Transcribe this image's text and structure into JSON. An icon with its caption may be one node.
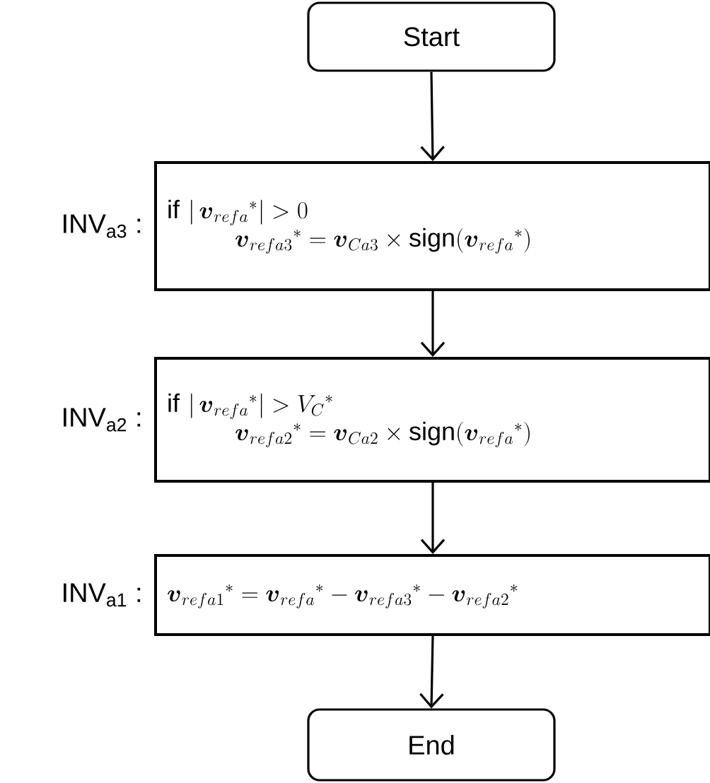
{
  "diagram": {
    "nodes": [
      {
        "text": [
          "Start"
        ]
      },
      {
        "text": [
          "\\mathrm{if}\\ |\\,\\boldsymbol{v}_{refa}{}^{*}| > 0",
          "\\boldsymbol{v}_{refa3}{}^{*} = \\boldsymbol{v}_{Ca3} \\times \\mathrm{sign}(\\boldsymbol{v}_{refa}{}^{*})"
        ],
        "beside": [
          "INV$_{a3}$ :"
        ]
      },
      {
        "text": [
          "\\mathrm{if}\\ |\\,\\boldsymbol{v}_{refa}{}^{*}| > V_{C}{}^{*}",
          "\\boldsymbol{v}_{refa2}{}^{*} = \\boldsymbol{v}_{Ca2} \\times \\mathrm{sign}(\\boldsymbol{v}_{refa}{}^{*})"
        ],
        "beside": [
          "INV$_{a2}$ :"
        ]
      },
      {
        "text": [
          "\\boldsymbol{v}_{refa1}{}^{*} = \\boldsymbol{v}_{refa}{}^{*} - \\boldsymbol{v}_{refa3}{}^{*} - \\boldsymbol{v}_{refa2}{}^{*}"
        ],
        "beside": [
          "INV$_{a1}$ :"
        ]
      },
      {
        "text": [
          "End"
        ]
      }
    ],
    "edges": [
      {
        "from": 0,
        "to": 1,
        "arrow": "to"
      },
      {
        "from": 1,
        "to": 2,
        "arrow": "to"
      },
      {
        "from": 2,
        "to": 3,
        "arrow": "to"
      },
      {
        "from": 3,
        "to": 4,
        "arrow": "to"
      }
    ]
  }
}
